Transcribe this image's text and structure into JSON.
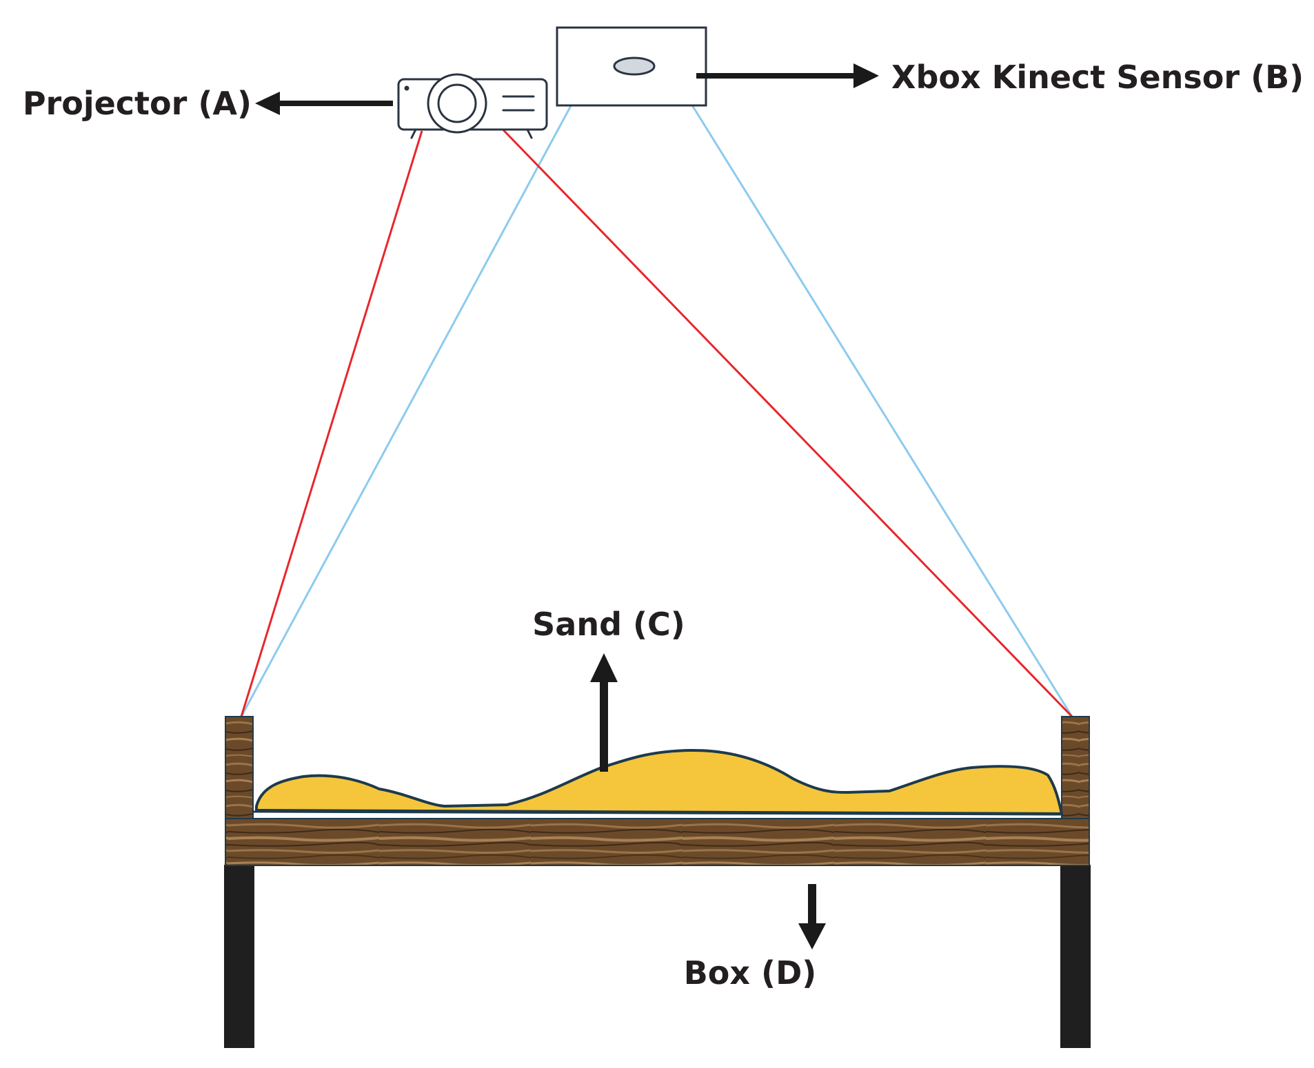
{
  "labels": {
    "projector": "Projector (A)",
    "kinect": "Xbox Kinect Sensor (B)",
    "sand": "Sand (C)",
    "box": "Box (D)"
  },
  "colors": {
    "projector_beam": "#e8262b",
    "kinect_beam": "#8ccbed",
    "sand_fill": "#f5c63b",
    "sand_outline": "#1e3a4c",
    "wood": "#6b4a2a",
    "wood_dark": "#3e2a17",
    "wood_light": "#9a7448",
    "legs": "#1f1f1f",
    "arrow": "#1a1a1a",
    "device_outline": "#2a3340"
  },
  "icons": {
    "projector": "projector-icon",
    "kinect": "kinect-sensor-icon"
  }
}
